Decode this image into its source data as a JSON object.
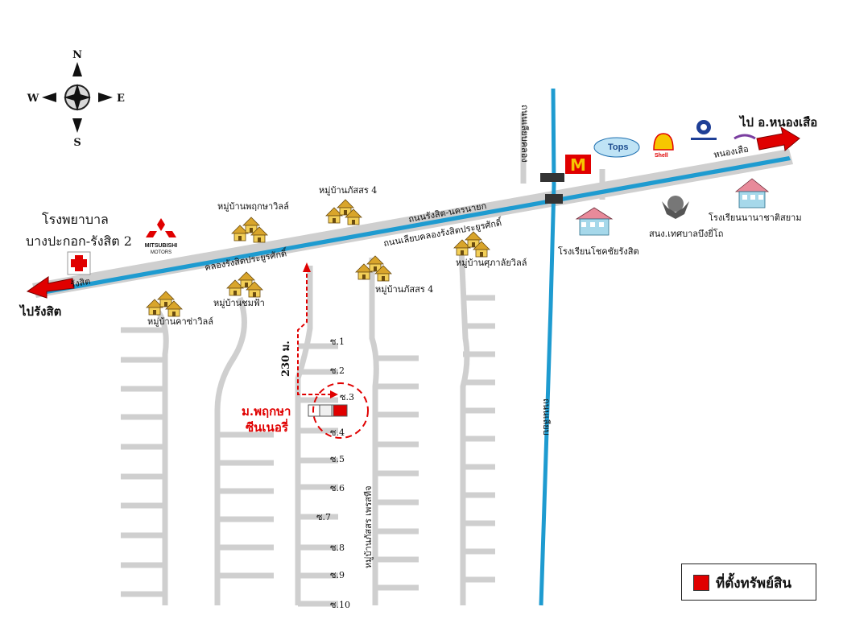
{
  "compass": {
    "north": "N",
    "south": "S",
    "east": "E",
    "west": "W"
  },
  "directions": {
    "to_nong_suea": "ไป อ.หนองเสือ",
    "to_rangsit": "ไปรังสิต"
  },
  "roads": {
    "main_road": "ถนนรังสิต-นครนายก",
    "canal_road_north": "ถนนเลียบคลองรังสิตประยูรศักดิ์",
    "canal_south": "คลองรังสิตประยูรศักดิ์",
    "rangsit_marker": "รังสิต",
    "nong_suea_marker": "หนองเสือ",
    "vertical_road_north": "ถนนเลียบคลอง",
    "vertical_road_east": "ถนนเลียบ",
    "soi_road": "หมู่บ้านภัสสร เพรสทีจ"
  },
  "places": {
    "hospital": "โรงพยาบาล",
    "hospital_line2": "บางปะกอก-รังสิต 2",
    "mitsubishi": "MITSUBISHI",
    "mitsubishi_sub": "MOTORS",
    "village_pruksa": "หมู่บ้านพฤกษาวิลล์",
    "village_passorn4_top": "หมู่บ้านภัสสร 4",
    "village_passorn4_mid": "หมู่บ้านภัสสร 4",
    "village_supalai": "หมู่บ้านศุภาลัยวิลล์",
    "village_chomfa": "หมู่บ้านชมฟ้า",
    "village_kasa": "หมู่บ้านคาซ่าวิลล์",
    "school_chok": "โรงเรียนโชคชัยรังสิต",
    "school_inter": "โรงเรียนนานาชาติสยาม",
    "municipal": "สนง.เทศบาลบึงยี่โถ",
    "mcdonalds": "M",
    "tops": "Tops",
    "shell": "Shell"
  },
  "property": {
    "name_line1": "ม.พฤกษา",
    "name_line2": "ซีนเนอรี่",
    "distance": "230 ม.",
    "sois": [
      "ซ.1",
      "ซ.2",
      "ซ.3",
      "ซ.4",
      "ซ.5",
      "ซ.6",
      "ซ.7",
      "ซ.8",
      "ซ.9",
      "ซ.10"
    ]
  },
  "legend": {
    "label": "ที่ตั้งทรัพย์สิน",
    "color": "#e00000"
  },
  "colors": {
    "road": "#cfcfcf",
    "canal": "#1e9bd0",
    "arrow": "#e00000",
    "village": "#e6b93a"
  }
}
